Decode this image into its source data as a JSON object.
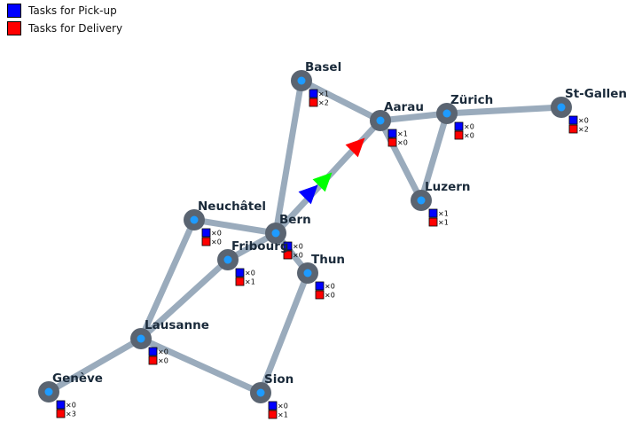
{
  "legend": {
    "pickup_label": "Tasks for Pick-up",
    "delivery_label": "Tasks for Delivery",
    "pickup_color": "#0000ff",
    "delivery_color": "#ff0000"
  },
  "cities": [
    {
      "id": "basel",
      "name": "Basel",
      "pickup": "×1",
      "delivery": "×2"
    },
    {
      "id": "aarau",
      "name": "Aarau",
      "pickup": "×1",
      "delivery": "×0"
    },
    {
      "id": "zurich",
      "name": "Zürich",
      "pickup": "×0",
      "delivery": "×0"
    },
    {
      "id": "st-gallen",
      "name": "St-Gallen",
      "pickup": "×0",
      "delivery": "×2"
    },
    {
      "id": "luzern",
      "name": "Luzern",
      "pickup": "×1",
      "delivery": "×1"
    },
    {
      "id": "neuchatel",
      "name": "Neuchâtel",
      "pickup": "×0",
      "delivery": "×0"
    },
    {
      "id": "bern",
      "name": "Bern",
      "pickup": "×0",
      "delivery": "×0"
    },
    {
      "id": "fribourg",
      "name": "Fribourg",
      "pickup": "×0",
      "delivery": "×1"
    },
    {
      "id": "thun",
      "name": "Thun",
      "pickup": "×0",
      "delivery": "×0"
    },
    {
      "id": "lausanne",
      "name": "Lausanne",
      "pickup": "×0",
      "delivery": "×0"
    },
    {
      "id": "geneve",
      "name": "Genève",
      "pickup": "×0",
      "delivery": "×3"
    },
    {
      "id": "sion",
      "name": "Sion",
      "pickup": "×0",
      "delivery": "×1"
    }
  ],
  "roads": [
    [
      "basel",
      "aarau"
    ],
    [
      "basel",
      "bern"
    ],
    [
      "aarau",
      "zurich"
    ],
    [
      "aarau",
      "luzern"
    ],
    [
      "aarau",
      "bern"
    ],
    [
      "zurich",
      "st-gallen"
    ],
    [
      "zurich",
      "luzern"
    ],
    [
      "neuchatel",
      "bern"
    ],
    [
      "neuchatel",
      "lausanne"
    ],
    [
      "bern",
      "fribourg"
    ],
    [
      "bern",
      "thun"
    ],
    [
      "fribourg",
      "lausanne"
    ],
    [
      "lausanne",
      "geneve"
    ],
    [
      "lausanne",
      "sion"
    ],
    [
      "thun",
      "sion"
    ]
  ],
  "agents": [
    {
      "name": "blue-vehicle",
      "color": "#0000ff"
    },
    {
      "name": "green-vehicle",
      "color": "#00ff00"
    },
    {
      "name": "red-vehicle",
      "color": "#ff0000"
    }
  ]
}
